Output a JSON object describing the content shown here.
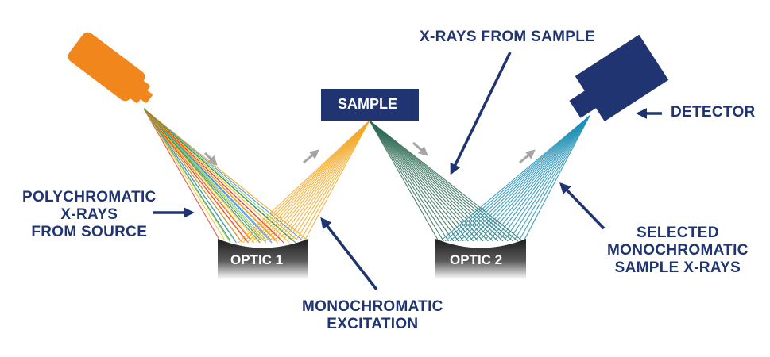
{
  "labels": {
    "sample": "SAMPLE",
    "optic1": "OPTIC 1",
    "optic2": "OPTIC 2",
    "xrays_from_sample": "X-RAYS FROM SAMPLE",
    "detector": "DETECTOR",
    "polychromatic": [
      "POLYCHROMATIC",
      "X-RAYS",
      "FROM SOURCE"
    ],
    "monochromatic_excitation": [
      "MONOCHROMATIC",
      "EXCITATION"
    ],
    "selected": [
      "SELECTED",
      "MONOCHROMATIC",
      "SAMPLE X-RAYS"
    ]
  },
  "colors": {
    "label_text": "#1f3470",
    "source_tube": "#f0861c",
    "sample_box": "#1f3470",
    "detector_box": "#1f3470",
    "optic_dark": "#2b2b2b",
    "polychromatic_beams": [
      "#e53935",
      "#f6c319",
      "#2e8b57",
      "#8bc34a",
      "#1e88e5",
      "#ff9800"
    ],
    "excitation_beams": "#f2a826",
    "sample_xray_beams": "#2e6b55",
    "selected_beams": "#1c8fb5",
    "direction_arrows": "#a5a5a5"
  },
  "icons": [
    "xray-source-tube",
    "sample-box",
    "detector-box",
    "optic-1-crystal",
    "optic-2-crystal"
  ]
}
